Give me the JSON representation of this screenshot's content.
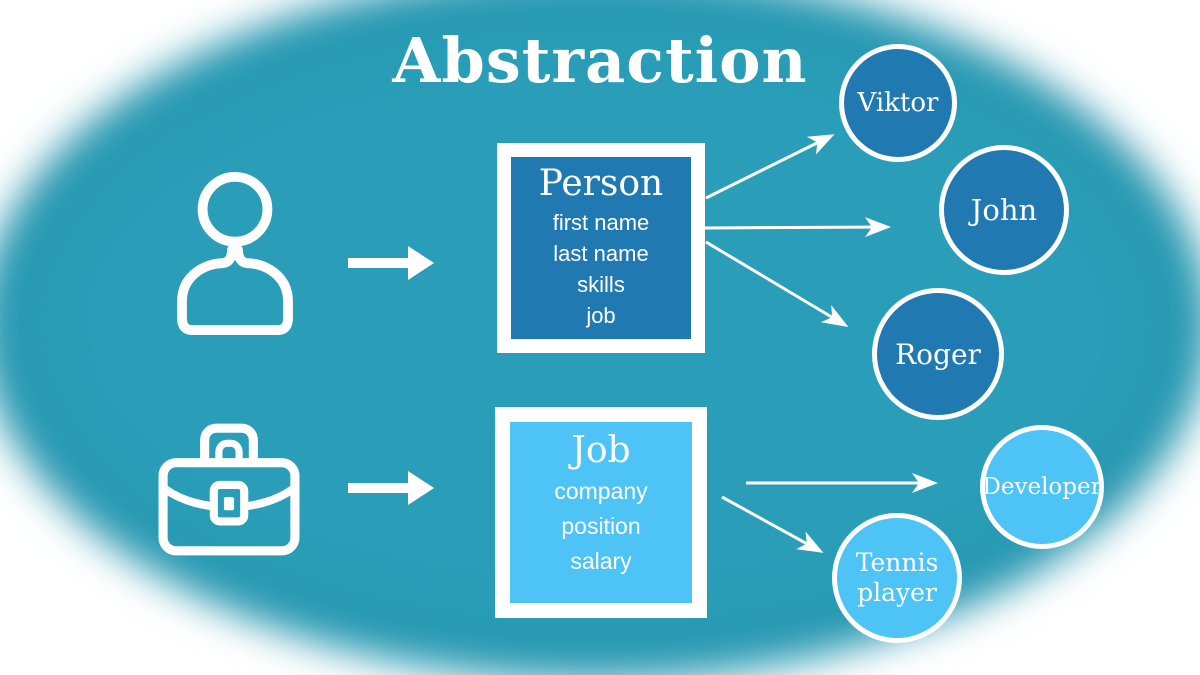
{
  "title": "Abstraction",
  "colors": {
    "canvas_teal": "#2A9EB8",
    "dark_blue": "#2179B1",
    "light_blue": "#4EC3F6",
    "text_white": "#FFFFFF",
    "page_background": "#FFFFFF"
  },
  "icons": {
    "person": "person-icon",
    "briefcase": "briefcase-icon",
    "arrow": "arrow-right-icon"
  },
  "person": {
    "box_title": "Person",
    "attributes": [
      "first name",
      "last name",
      "skills",
      "job"
    ],
    "instances": [
      {
        "label": "Viktor"
      },
      {
        "label": "John"
      },
      {
        "label": "Roger"
      }
    ]
  },
  "job": {
    "box_title": "Job",
    "attributes": [
      "company",
      "position",
      "salary"
    ],
    "instances": [
      {
        "label": "Developer"
      },
      {
        "label": "Tennis player"
      }
    ]
  }
}
